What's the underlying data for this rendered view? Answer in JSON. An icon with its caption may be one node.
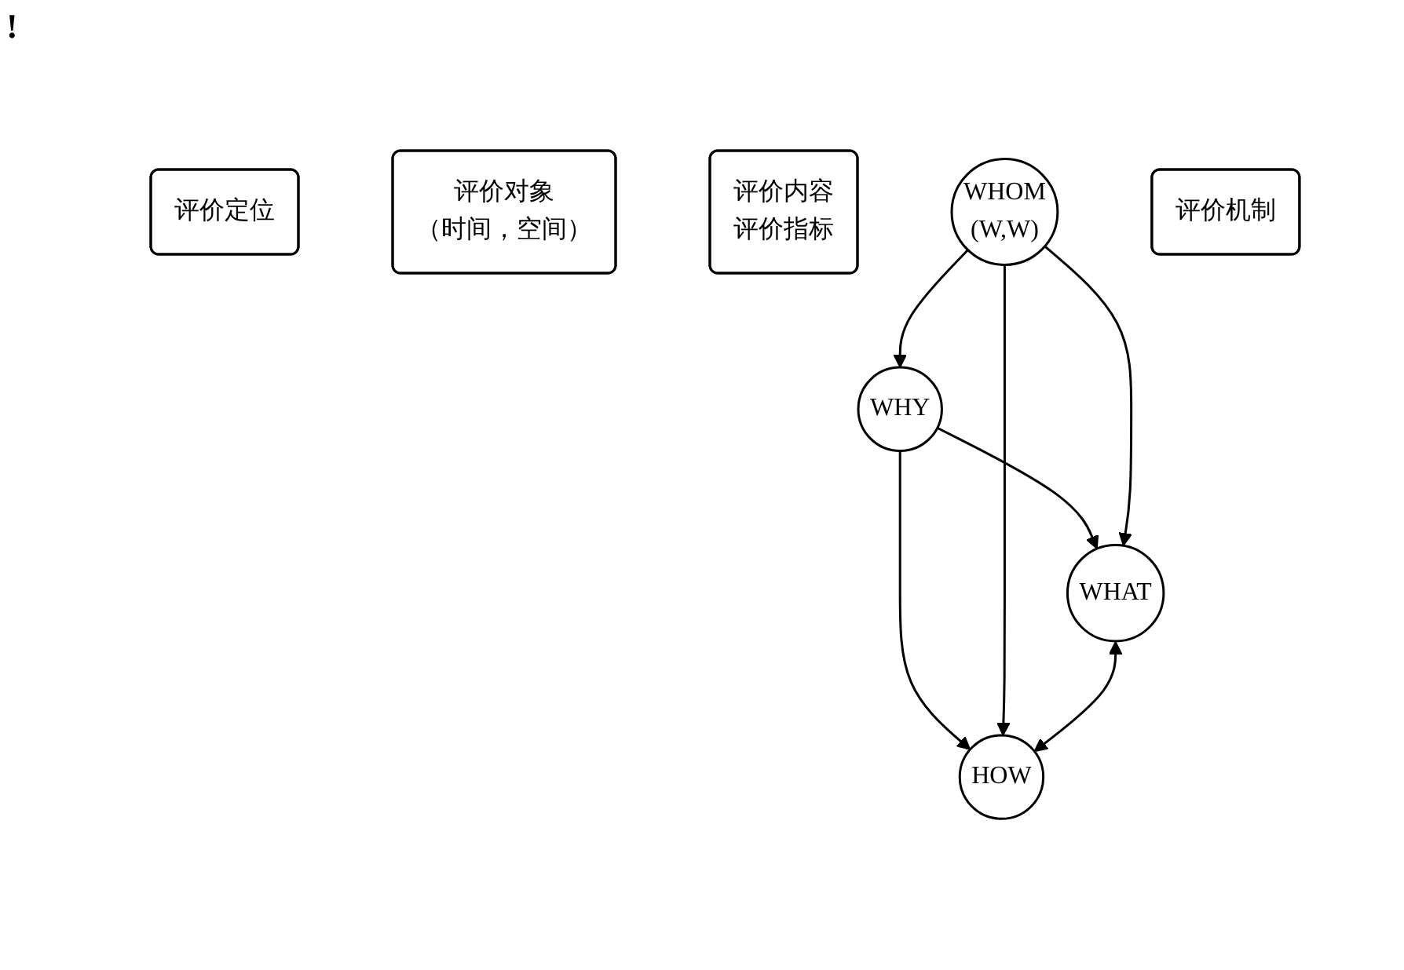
{
  "diagram": {
    "nodes": [
      {
        "text": [
          "评价定位"
        ]
      },
      {
        "text": [
          "WHY"
        ]
      },
      {
        "text": [
          "评价对象",
          "（时间，空间）"
        ]
      },
      {
        "text": [
          "评价内容",
          "评价指标"
        ]
      },
      {
        "text": [
          "WHOM",
          "(W,W)"
        ]
      },
      {
        "text": [
          "评价机制"
        ]
      },
      {
        "text": [
          "WHAT"
        ]
      },
      {
        "text": [
          "HOW"
        ]
      }
    ],
    "edges": [
      {
        "from": 1,
        "to": 6,
        "arrow": "to"
      },
      {
        "from": 1,
        "to": 7,
        "arrow": "to"
      },
      {
        "from": 4,
        "to": 1,
        "arrow": "to"
      },
      {
        "from": 4,
        "to": 6,
        "arrow": "to"
      },
      {
        "from": 4,
        "to": 7,
        "arrow": "to"
      },
      {
        "from": 6,
        "to": 7,
        "arrow": "both"
      }
    ],
    "labels": [
      "!"
    ]
  }
}
